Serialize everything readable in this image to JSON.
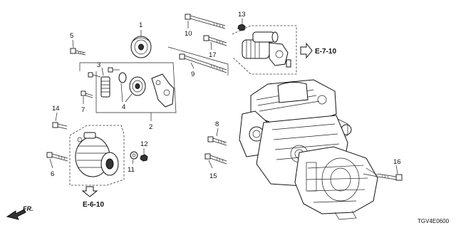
{
  "callouts": {
    "c1": "1",
    "c2": "2",
    "c3": "3",
    "c4": "4",
    "c5": "5",
    "c6": "6",
    "c7": "7",
    "c8": "8",
    "c9": "9",
    "c10": "10",
    "c11": "11",
    "c12": "12",
    "c13": "13",
    "c14": "14",
    "c15": "15",
    "c16": "16",
    "c17": "17"
  },
  "references": {
    "starter_ref": "E-7-10",
    "alternator_ref": "E-6-10"
  },
  "orientation": {
    "front_label": "FR."
  },
  "diagram_code": "TGV4E0600",
  "icons": {
    "ref_arrow_right": "hollow-arrow-right-icon",
    "ref_arrow_down": "hollow-arrow-down-icon",
    "front_arrow": "front-direction-arrow-icon"
  }
}
